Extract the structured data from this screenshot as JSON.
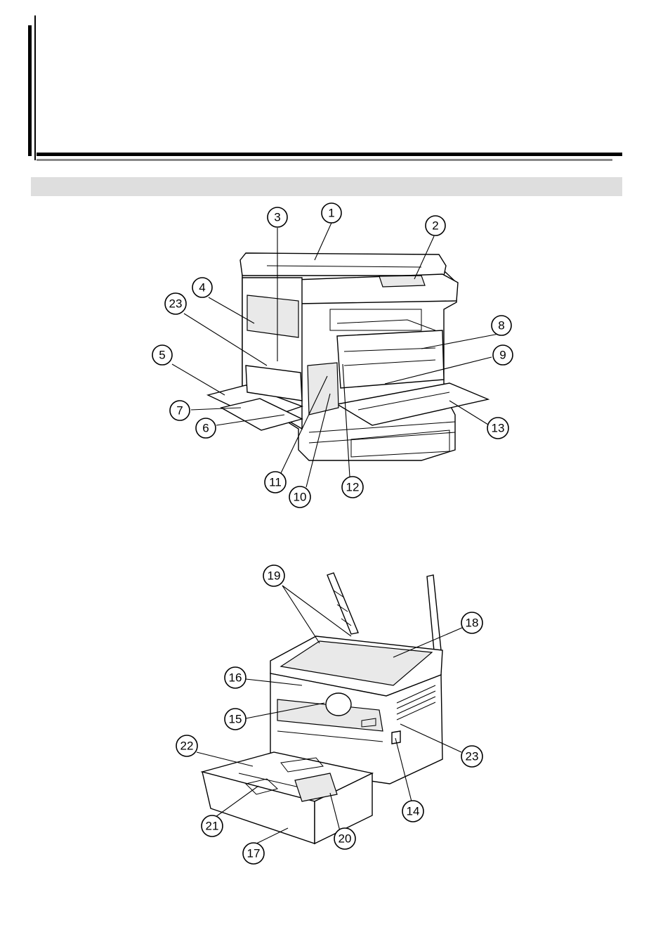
{
  "callouts_figure_1": [
    "1",
    "2",
    "3",
    "4",
    "5",
    "6",
    "7",
    "8",
    "9",
    "10",
    "11",
    "12",
    "13",
    "23"
  ],
  "callouts_figure_2": [
    "14",
    "15",
    "16",
    "17",
    "18",
    "19",
    "20",
    "21",
    "22",
    "23"
  ]
}
